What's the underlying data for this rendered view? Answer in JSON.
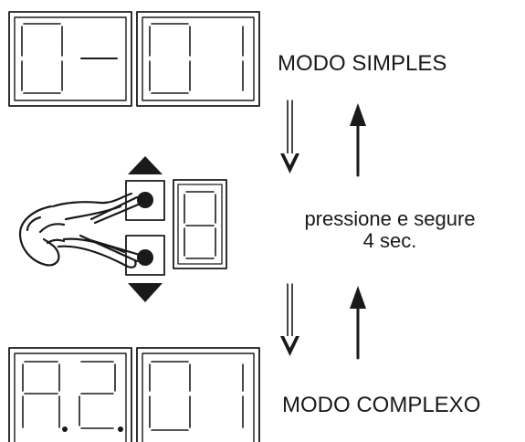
{
  "labels": {
    "simple_mode": "MODO SIMPLES",
    "complex_mode": "MODO COMPLEXO",
    "press_hold": "pressione e segure",
    "duration": "4 sec."
  },
  "displays": {
    "top": [
      "0",
      "-",
      "0",
      "1"
    ],
    "middle": [
      "8"
    ],
    "bottom": [
      "A.",
      "2.",
      "0",
      "1"
    ]
  },
  "colors": {
    "ink": "#1a1a1a",
    "background": "#ffffff"
  },
  "icons": {
    "hand": "hand-pointing-icon",
    "up_button": "triangle-up-icon",
    "down_button": "triangle-down-icon",
    "arrow_up": "arrow-up-icon",
    "arrow_down": "double-arrow-down-icon"
  }
}
